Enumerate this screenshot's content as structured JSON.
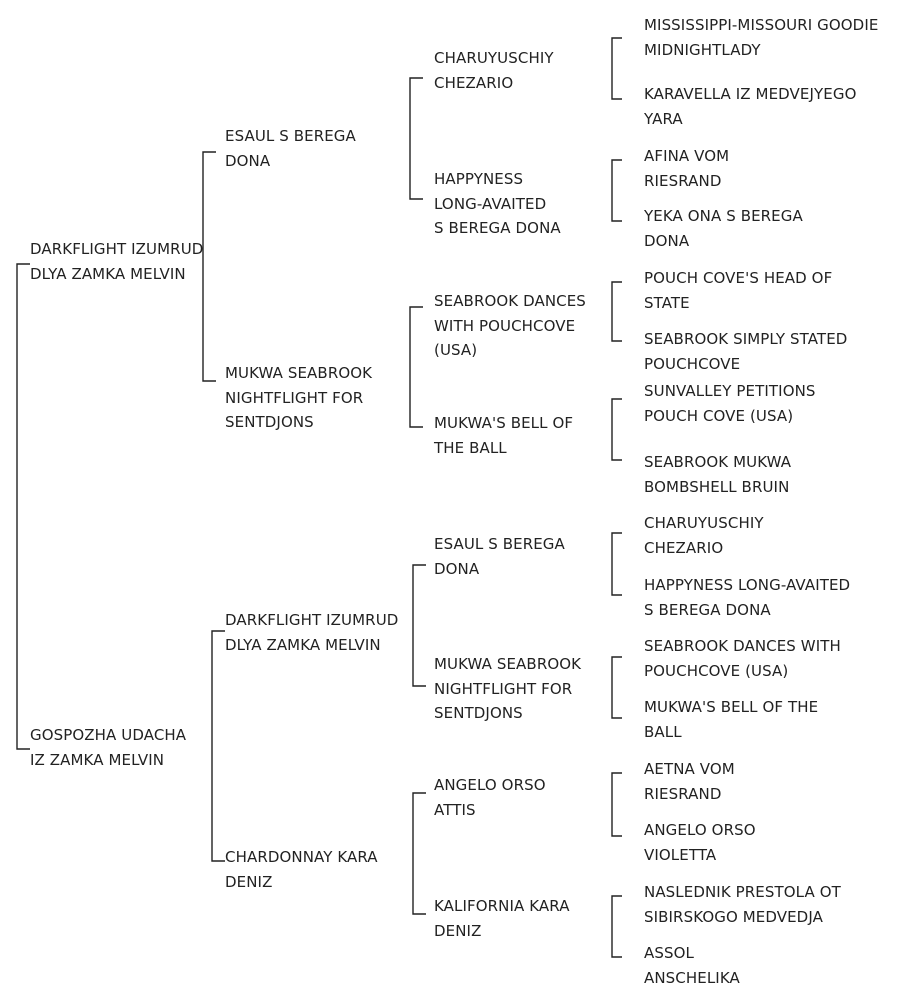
{
  "pedigree": {
    "parents": [
      {
        "lines": [
          "DARKFLIGHT IZUMRUD",
          "DLYA ZAMKA MELVIN"
        ]
      },
      {
        "lines": [
          "GOSPOZHA UDACHA",
          "IZ ZAMKA MELVIN"
        ]
      }
    ],
    "grandparents": [
      {
        "lines": [
          "ESAUL S BEREGA",
          "DONA"
        ]
      },
      {
        "lines": [
          "MUKWA SEABROOK",
          "NIGHTFLIGHT FOR",
          "SENTDJONS"
        ]
      },
      {
        "lines": [
          "DARKFLIGHT IZUMRUD",
          "DLYA ZAMKA MELVIN"
        ]
      },
      {
        "lines": [
          "CHARDONNAY KARA",
          "DENIZ"
        ]
      }
    ],
    "great_grandparents": [
      {
        "lines": [
          "CHARUYUSCHIY",
          "CHEZARIO"
        ]
      },
      {
        "lines": [
          "HAPPYNESS",
          "LONG-AVAITED",
          "S BEREGA DONA"
        ]
      },
      {
        "lines": [
          "SEABROOK DANCES",
          "WITH POUCHCOVE",
          "(USA)"
        ]
      },
      {
        "lines": [
          "MUKWA'S BELL OF",
          "THE BALL"
        ]
      },
      {
        "lines": [
          "ESAUL S BEREGA",
          "DONA"
        ]
      },
      {
        "lines": [
          "MUKWA SEABROOK",
          "NIGHTFLIGHT FOR",
          "SENTDJONS"
        ]
      },
      {
        "lines": [
          "ANGELO ORSO",
          "ATTIS"
        ]
      },
      {
        "lines": [
          "KALIFORNIA KARA",
          "DENIZ"
        ]
      }
    ],
    "great_great_grandparents": [
      {
        "lines": [
          "MISSISSIPPI-MISSOURI GOODIE",
          "MIDNIGHTLADY"
        ]
      },
      {
        "lines": [
          "KARAVELLA IZ MEDVEJYEGO",
          "YARA"
        ]
      },
      {
        "lines": [
          "AFINA VOM",
          "RIESRAND"
        ]
      },
      {
        "lines": [
          "YEKA ONA S BEREGA",
          "DONA"
        ]
      },
      {
        "lines": [
          "POUCH COVE'S HEAD OF",
          "STATE"
        ]
      },
      {
        "lines": [
          "SEABROOK SIMPLY STATED",
          "POUCHCOVE"
        ]
      },
      {
        "lines": [
          "SUNVALLEY PETITIONS",
          "POUCH COVE (USA)"
        ]
      },
      {
        "lines": [
          "SEABROOK MUKWA",
          "BOMBSHELL BRUIN"
        ]
      },
      {
        "lines": [
          "CHARUYUSCHIY",
          "CHEZARIO"
        ]
      },
      {
        "lines": [
          "HAPPYNESS LONG-AVAITED",
          "S BEREGA DONA"
        ]
      },
      {
        "lines": [
          "SEABROOK DANCES WITH",
          "POUCHCOVE (USA)"
        ]
      },
      {
        "lines": [
          "MUKWA'S BELL OF THE",
          "BALL"
        ]
      },
      {
        "lines": [
          "AETNA VOM",
          "RIESRAND"
        ]
      },
      {
        "lines": [
          "ANGELO ORSO",
          "VIOLETTA"
        ]
      },
      {
        "lines": [
          "NASLEDNIK PRESTOLA OT",
          "SIBIRSKOGO MEDVEDJA"
        ]
      },
      {
        "lines": [
          "ASSOL",
          "ANSCHELIKA"
        ]
      }
    ]
  }
}
